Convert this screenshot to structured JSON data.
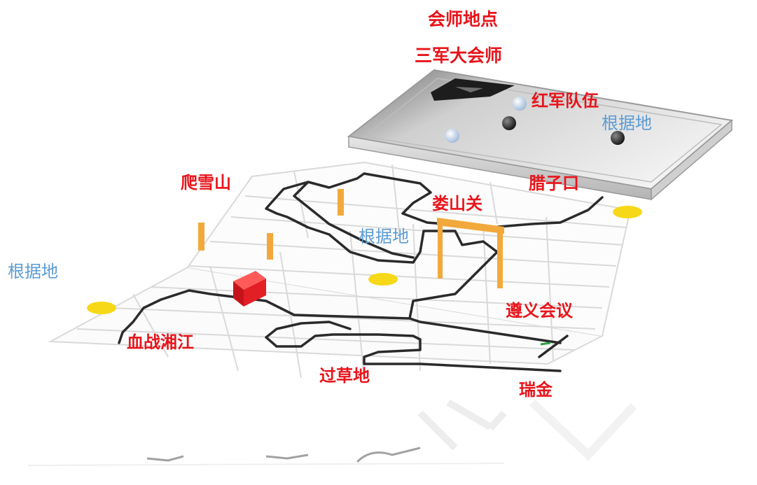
{
  "header": {
    "title": "会师地点",
    "subtitle": "三军大会师"
  },
  "labels": {
    "red_army": "红军队伍",
    "base_top_right": "根据地",
    "base_center": "根据地",
    "base_left": "根据地",
    "snow_mountain": "爬雪山",
    "lazikou": "腊子口",
    "loushanguan": "娄山关",
    "zunyi": "遵义会议",
    "xiangjiang": "血战湘江",
    "grassland": "过草地",
    "ruijin": "瑞金"
  },
  "colors": {
    "label_red": "#e8141b",
    "label_blue": "#5b9bd5",
    "track": "#2a2a2a",
    "gate": "#f2a93b",
    "marker_yellow": "#f7d818",
    "obstacle_red": "#e31e24",
    "grid": "#d9d9d9"
  }
}
